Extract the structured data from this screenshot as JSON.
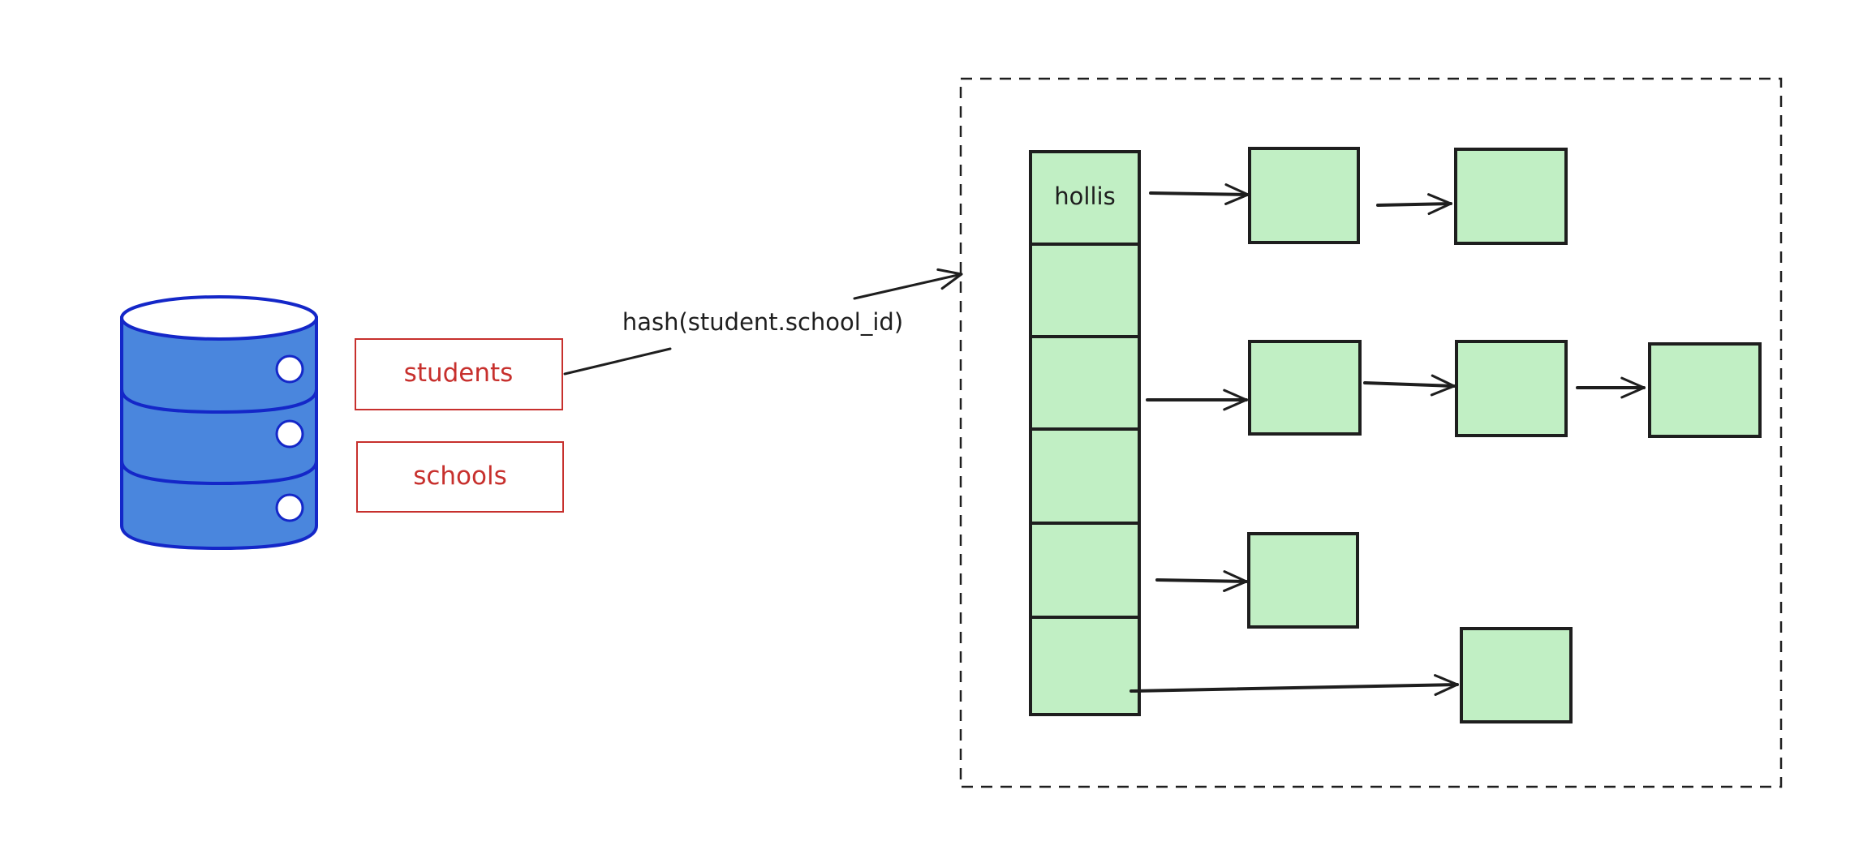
{
  "tables": [
    {
      "label": "students"
    },
    {
      "label": "schools"
    }
  ],
  "hash_label": "hash(student.school_id)",
  "hash_table": {
    "buckets": [
      {
        "label": "hollis",
        "chain_length": 2
      },
      {
        "label": "",
        "chain_length": 0
      },
      {
        "label": "",
        "chain_length": 3
      },
      {
        "label": "",
        "chain_length": 0
      },
      {
        "label": "",
        "chain_length": 1
      },
      {
        "label": "",
        "chain_length": 1
      }
    ]
  },
  "colors": {
    "database_fill": "#4a86dd",
    "database_stroke": "#1427c8",
    "table_label": "#c7302d",
    "node_fill": "#c1efc4",
    "stroke": "#1e1e1e",
    "background": "#ffffff"
  },
  "icons": {
    "database": "database-cylinder-icon"
  }
}
